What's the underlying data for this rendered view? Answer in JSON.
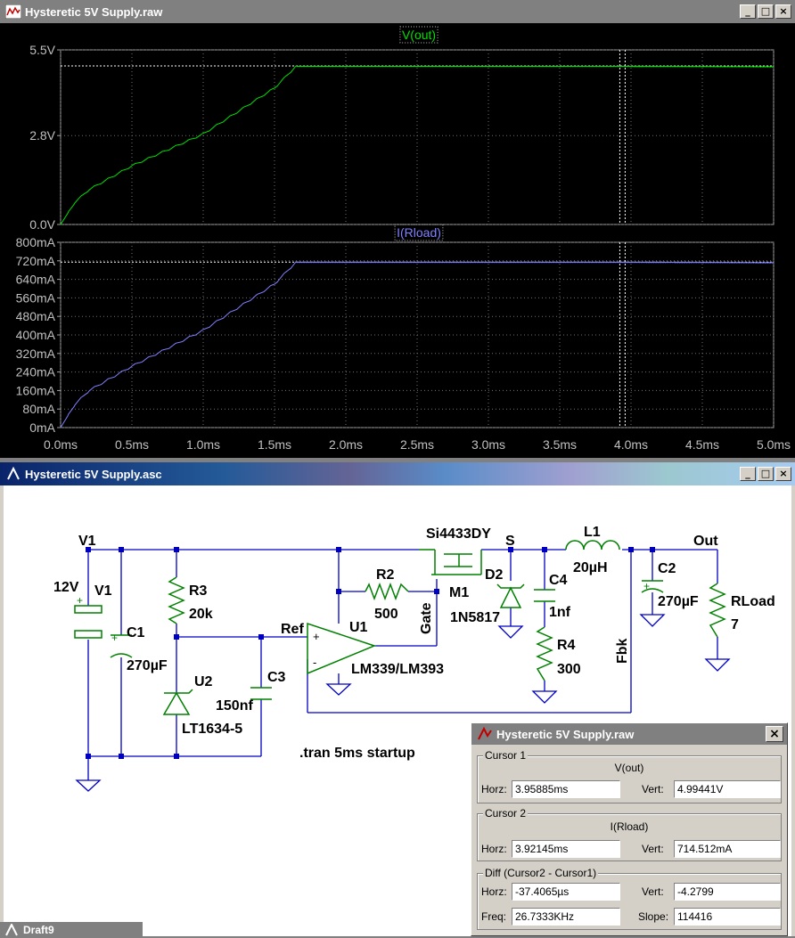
{
  "colors": {
    "vout": "#00e000",
    "iload": "#8080ff",
    "wire": "#0000c0",
    "component": "#008000",
    "plot_bg": "#000000"
  },
  "waveform_window": {
    "title": "Hysteretic 5V Supply.raw",
    "buttons": [
      "_",
      "□",
      "×"
    ]
  },
  "schematic_window": {
    "title": "Hysteretic 5V Supply.asc",
    "buttons": [
      "_",
      "□",
      "×"
    ],
    "labels": {
      "v1_net": "V1",
      "v1_ref": "V1",
      "v1_val": "12V",
      "c1_ref": "C1",
      "c1_val": "270µF",
      "r3_ref": "R3",
      "r3_val": "20k",
      "u2_ref": "U2",
      "u2_val": "LT1634-5",
      "c3_ref": "C3",
      "c3_val": "150nf",
      "ref_net": "Ref",
      "u1_ref": "U1",
      "u1_val": "LM339/LM393",
      "r2_ref": "R2",
      "r2_val": "500",
      "gate_net": "Gate",
      "m1_model": "Si4433DY",
      "m1_ref": "M1",
      "s_net": "S",
      "d2_ref": "D2",
      "d2_val": "1N5817",
      "c4_ref": "C4",
      "c4_val": "1nf",
      "r4_ref": "R4",
      "r4_val": "300",
      "l1_ref": "L1",
      "l1_val": "20µH",
      "fbk_net": "Fbk",
      "out_net": "Out",
      "c2_ref": "C2",
      "c2_val": "270µF",
      "rload_ref": "RLoad",
      "rload_val": "7",
      "directive": ".tran 5ms startup",
      "plus": "+",
      "minus": "-"
    }
  },
  "chart_data": [
    {
      "type": "line",
      "title": "V(out)",
      "xlabel": "",
      "ylabel": "",
      "xlim": [
        0,
        5
      ],
      "ylim": [
        0,
        5.5
      ],
      "ytick_labels": [
        "5.5V",
        "2.8V",
        "0.0V"
      ],
      "ytick_values": [
        5.5,
        2.8,
        0.0
      ],
      "grid": true,
      "series": [
        {
          "name": "V(out)",
          "x": [
            0,
            0.1,
            0.2,
            0.5,
            1.0,
            1.5,
            1.65,
            2.0,
            3.0,
            4.0,
            5.0
          ],
          "y": [
            0,
            0.7,
            1.1,
            1.85,
            2.85,
            4.3,
            4.98,
            4.98,
            4.98,
            4.98,
            4.97
          ]
        }
      ],
      "cursor_x": [
        3.92145,
        3.95885
      ],
      "cursor_y": 4.99441
    },
    {
      "type": "line",
      "title": "I(Rload)",
      "xlabel": "",
      "ylabel": "",
      "xlim": [
        0,
        5
      ],
      "ylim": [
        0,
        800
      ],
      "ytick_labels": [
        "800mA",
        "720mA",
        "640mA",
        "560mA",
        "480mA",
        "400mA",
        "320mA",
        "240mA",
        "160mA",
        "80mA",
        "0mA"
      ],
      "ytick_values": [
        800,
        720,
        640,
        560,
        480,
        400,
        320,
        240,
        160,
        80,
        0
      ],
      "xtick_labels": [
        "0.0ms",
        "0.5ms",
        "1.0ms",
        "1.5ms",
        "2.0ms",
        "2.5ms",
        "3.0ms",
        "3.5ms",
        "4.0ms",
        "4.5ms",
        "5.0ms"
      ],
      "xtick_values": [
        0,
        0.5,
        1,
        1.5,
        2,
        2.5,
        3,
        3.5,
        4,
        4.5,
        5
      ],
      "grid": true,
      "series": [
        {
          "name": "I(Rload)",
          "x": [
            0,
            0.1,
            0.2,
            0.5,
            1.0,
            1.5,
            1.65,
            2.0,
            3.0,
            4.0,
            5.0
          ],
          "y": [
            0,
            100,
            160,
            265,
            420,
            620,
            714,
            714,
            714,
            714,
            712
          ]
        }
      ],
      "cursor_x": [
        3.92145,
        3.95885
      ],
      "cursor_y": 714.512
    }
  ],
  "cursor_window": {
    "title": "Hysteretic 5V Supply.raw",
    "close": "×",
    "cursor1": {
      "group": "Cursor 1",
      "trace": "V(out)",
      "horz_label": "Horz:",
      "horz": "3.95885ms",
      "vert_label": "Vert:",
      "vert": "4.99441V"
    },
    "cursor2": {
      "group": "Cursor 2",
      "trace": "I(Rload)",
      "horz_label": "Horz:",
      "horz": "3.92145ms",
      "vert_label": "Vert:",
      "vert": "714.512mA"
    },
    "diff": {
      "group": "Diff (Cursor2 - Cursor1)",
      "horz_label": "Horz:",
      "horz": "-37.4065µs",
      "vert_label": "Vert:",
      "vert": "-4.2799",
      "freq_label": "Freq:",
      "freq": "26.7333KHz",
      "slope_label": "Slope:",
      "slope": "114416"
    }
  },
  "taskbar": {
    "item": "Draft9"
  }
}
